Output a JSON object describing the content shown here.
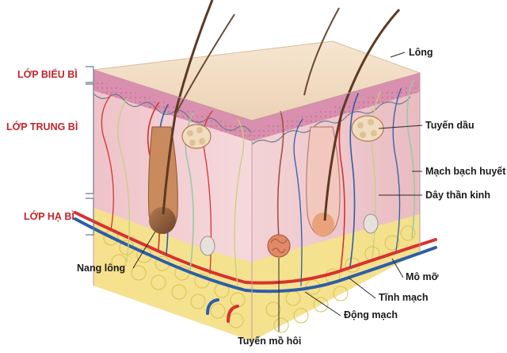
{
  "layers": {
    "epidermis": "LỚP BIỂU BÌ",
    "dermis": "LỚP TRUNG BÌ",
    "hypodermis": "LỚP HẠ BÌ"
  },
  "parts": {
    "hair": "Lông",
    "sebaceous_gland": "Tuyến dầu",
    "lymph_vessel": "Mạch bạch huyết",
    "nerve": "Dây thần kinh",
    "fat_tissue": "Mô mỡ",
    "vein": "Tĩnh mạch",
    "artery": "Động mạch",
    "sweat_gland": "Tuyến mồ hôi",
    "hair_follicle": "Nang lông"
  },
  "colors": {
    "layer_label": "#c0262c",
    "epidermis_top": "#f1dcc3",
    "dermis": "#efc9cd",
    "fat": "#f3e48a",
    "artery": "#d8322f",
    "vein": "#2d5ea8"
  }
}
